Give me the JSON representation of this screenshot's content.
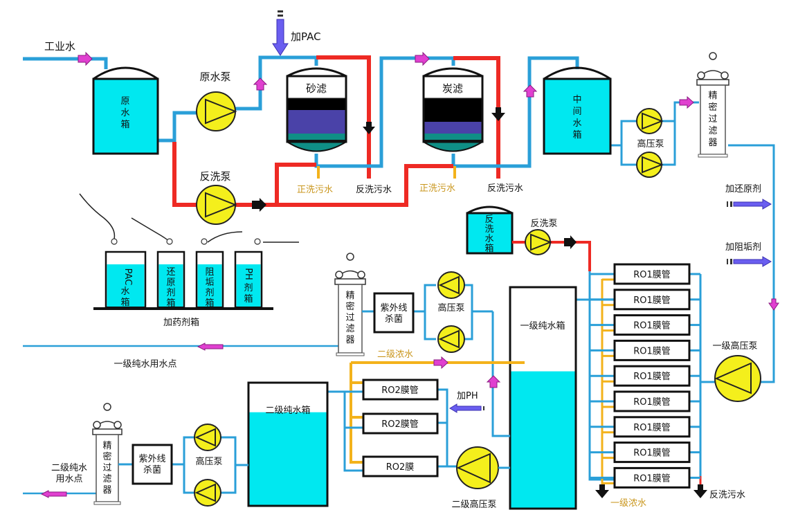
{
  "title": "工业水处理工艺流程图",
  "colors": {
    "water_pipe": "#2a9fd8",
    "backwash_pipe": "#ee2a24",
    "concentrate_pipe": "#f3b21b",
    "tank_water": "#00e8f0",
    "pump": "#f4ef1c",
    "flow_arrow": "#e040d0",
    "dosing_arrow": "#6a5ef0",
    "filter_media_top": "#000000",
    "filter_media_mid": "#4a42a8",
    "filter_media_bottom": "#0f8f86"
  },
  "labels": {
    "industrial_water": "工业水",
    "raw_tank": [
      "原",
      "水",
      "箱"
    ],
    "raw_pump": "原水泵",
    "backwash_pump_1": "反洗泵",
    "add_pac": "加PAC",
    "sand_filter": "砂滤",
    "carbon_filter": "炭滤",
    "forward_wash_1": "正洗污水",
    "backwash_waste_1": "反洗污水",
    "forward_wash_2": "正洗污水",
    "backwash_waste_2": "反洗污水",
    "middle_tank": [
      "中",
      "间",
      "水",
      "箱"
    ],
    "hp_pump_1": "高压泵",
    "precision_filter_1": [
      "精",
      "密",
      "过",
      "滤",
      "器"
    ],
    "add_reducer": "加还原剂",
    "add_antiscalant": "加阻垢剂",
    "backwash_tank": [
      "反",
      "洗",
      "水",
      "箱"
    ],
    "backwash_pump_2": "反洗泵",
    "dosing_boxes_title": "加药剂箱",
    "dosing_boxes": [
      {
        "name": "PAC水箱",
        "chars": [
          "PAC",
          "水",
          "箱"
        ]
      },
      {
        "name": "还原剂箱",
        "chars": [
          "还",
          "原",
          "剂",
          "箱"
        ]
      },
      {
        "name": "阻垢剂箱",
        "chars": [
          "阻",
          "垢",
          "剂",
          "箱"
        ]
      },
      {
        "name": "PH剂箱",
        "chars": [
          "PH",
          "剂",
          "箱"
        ]
      }
    ],
    "precision_filter_2": [
      "精",
      "密",
      "过",
      "滤",
      "器"
    ],
    "uv_1": [
      "紫外线",
      "杀菌"
    ],
    "hp_pump_2": "高压泵",
    "primary_pure_tank": "一级纯水箱",
    "primary_use_point": "一级纯水用水点",
    "secondary_concentrate": "二级浓水",
    "ro1_tubes": [
      "RO1膜管",
      "RO1膜管",
      "RO1膜管",
      "RO1膜管",
      "RO1膜管",
      "RO1膜管",
      "RO1膜管",
      "RO1膜管",
      "RO1膜管"
    ],
    "primary_hp_pump": "一级高压泵",
    "primary_concentrate": "一级浓水",
    "backwash_waste_3": "反洗污水",
    "ro2_tubes": [
      "RO2膜管",
      "RO2膜管",
      "RO2膜"
    ],
    "add_ph": "加PH",
    "secondary_hp_pump": "二级高压泵",
    "secondary_pure_tank": "二级纯水箱",
    "precision_filter_3": [
      "精",
      "密",
      "过",
      "滤",
      "器"
    ],
    "uv_2": [
      "紫外线",
      "杀菌"
    ],
    "hp_pump_3": "高压泵",
    "secondary_use_point": [
      "二级纯水",
      "用水点"
    ]
  },
  "tank_levels": {
    "primary_pure_tank": 0.62,
    "secondary_pure_tank": 0.76
  }
}
